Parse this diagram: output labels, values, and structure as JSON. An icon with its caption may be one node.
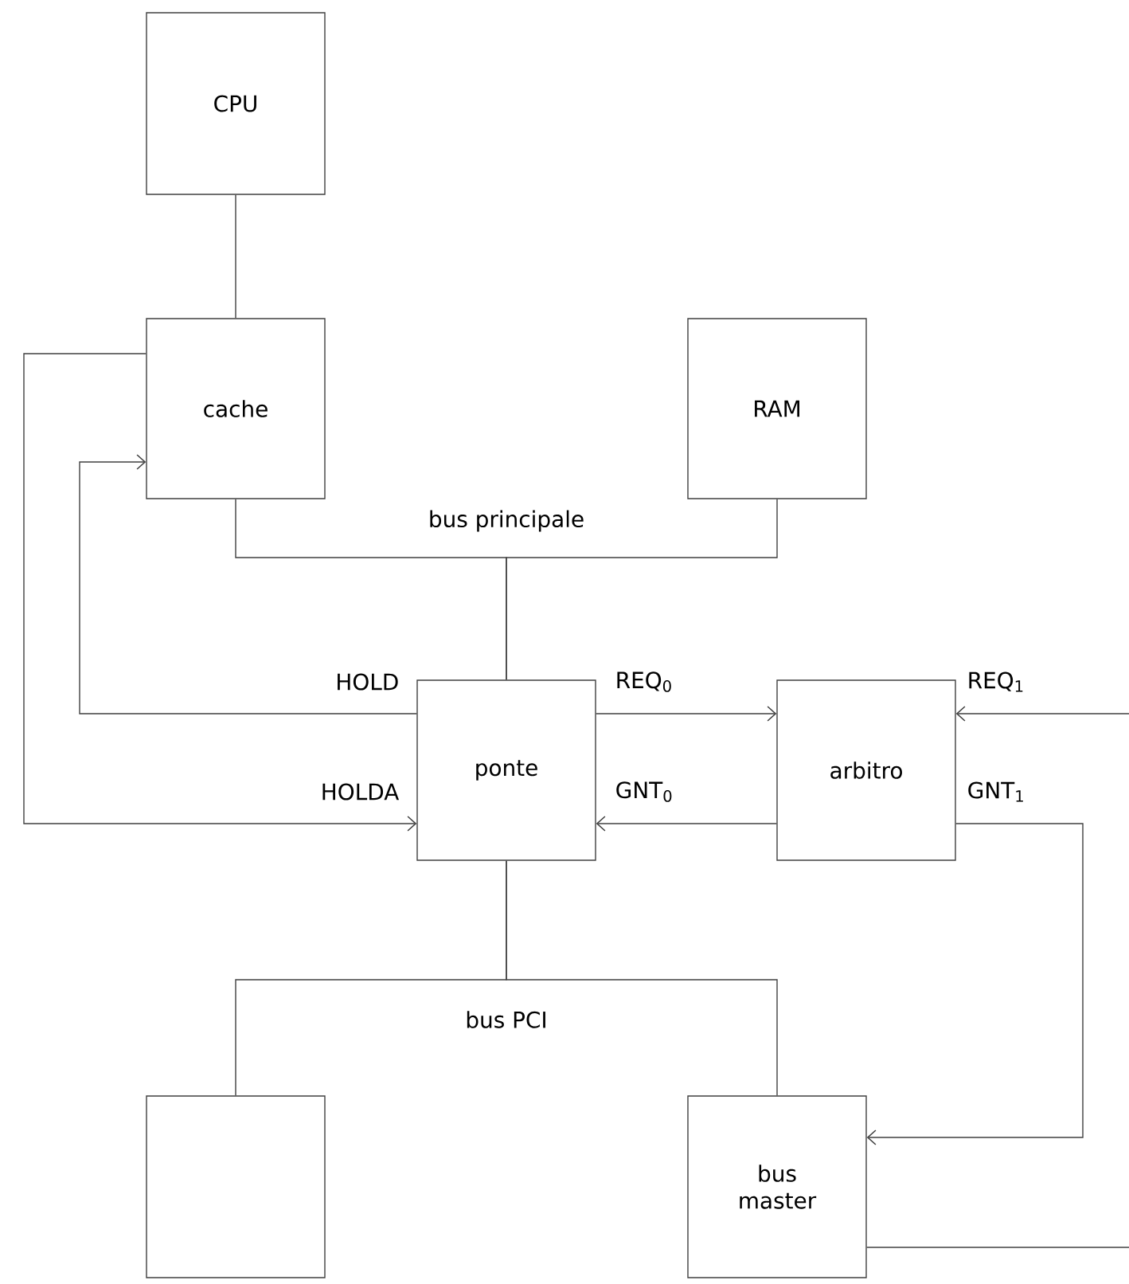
{
  "diagram": {
    "nodes": [
      {
        "text": [
          "CPU"
        ]
      },
      {
        "text": [
          "cache"
        ]
      },
      {
        "text": [
          "RAM"
        ]
      },
      {
        "text": [
          "ponte"
        ]
      },
      {
        "text": [
          "arbitro"
        ]
      },
      {
        "text": [],
        "shape": "box"
      },
      {
        "text": [
          "bus master"
        ]
      }
    ],
    "edges": [
      {
        "from": 0,
        "to": 1,
        "arrow": "none"
      },
      {
        "from": 1,
        "to": 3,
        "arrow": "none"
      },
      {
        "from": 2,
        "to": 3,
        "arrow": "none"
      },
      {
        "from": 3,
        "to": 1,
        "arrow": "to",
        "label": "HOLD"
      },
      {
        "from": 1,
        "to": 3,
        "arrow": "to",
        "label": "HOLDA"
      },
      {
        "from": 3,
        "to": 4,
        "arrow": "to",
        "label": "REQ$_{0}$"
      },
      {
        "from": 4,
        "to": 3,
        "arrow": "to",
        "label": "GNT$_{0}$"
      },
      {
        "from": null,
        "to": 4,
        "arrow": "to",
        "label": "REQ$_{1}$"
      },
      {
        "from": 4,
        "to": 6,
        "arrow": "to",
        "label": "GNT$_{1}$"
      },
      {
        "from": 6,
        "to": null,
        "arrow": "none"
      },
      {
        "from": 3,
        "to": 5,
        "arrow": "none"
      },
      {
        "from": 3,
        "to": 6,
        "arrow": "none"
      }
    ],
    "labels": [
      "bus principale",
      "bus PCI"
    ]
  }
}
